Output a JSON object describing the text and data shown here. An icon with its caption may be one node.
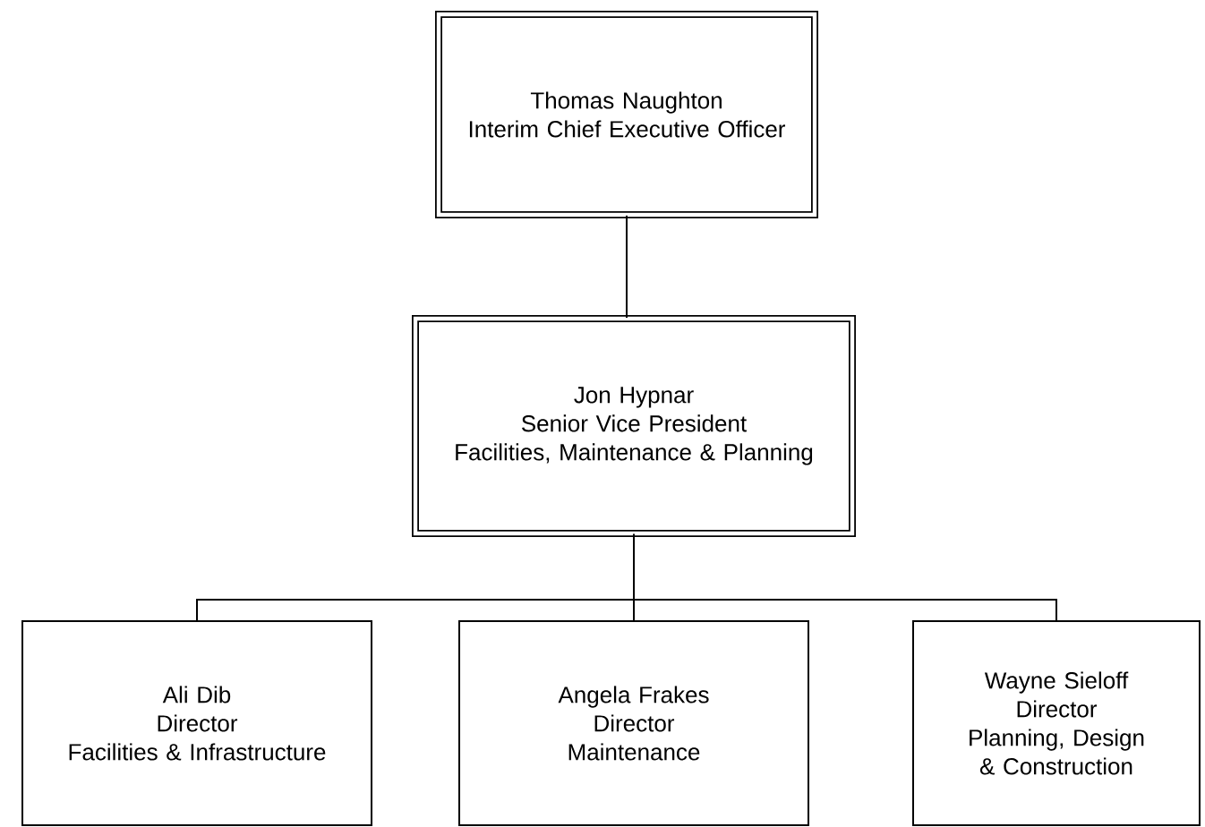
{
  "diagram": {
    "nodes": [
      {
        "text": [
          "Thomas Naughton",
          "Interim Chief Executive Officer"
        ]
      },
      {
        "text": [
          "Jon Hypnar",
          "Senior Vice President",
          "Facilities, Maintenance & Planning"
        ]
      },
      {
        "text": [
          "Ali Dib",
          "Director",
          "Facilities & Infrastructure"
        ]
      },
      {
        "text": [
          "Angela Frakes",
          "Director",
          "Maintenance"
        ]
      },
      {
        "text": [
          "Wayne Sieloff",
          "Director",
          "Planning, Design & Construction"
        ]
      }
    ],
    "edges": [
      {
        "from": 0,
        "to": 1,
        "arrow": "none"
      },
      {
        "from": 1,
        "to": 2,
        "arrow": "none"
      },
      {
        "from": 1,
        "to": 3,
        "arrow": "none"
      },
      {
        "from": 1,
        "to": 4,
        "arrow": "none"
      }
    ]
  }
}
